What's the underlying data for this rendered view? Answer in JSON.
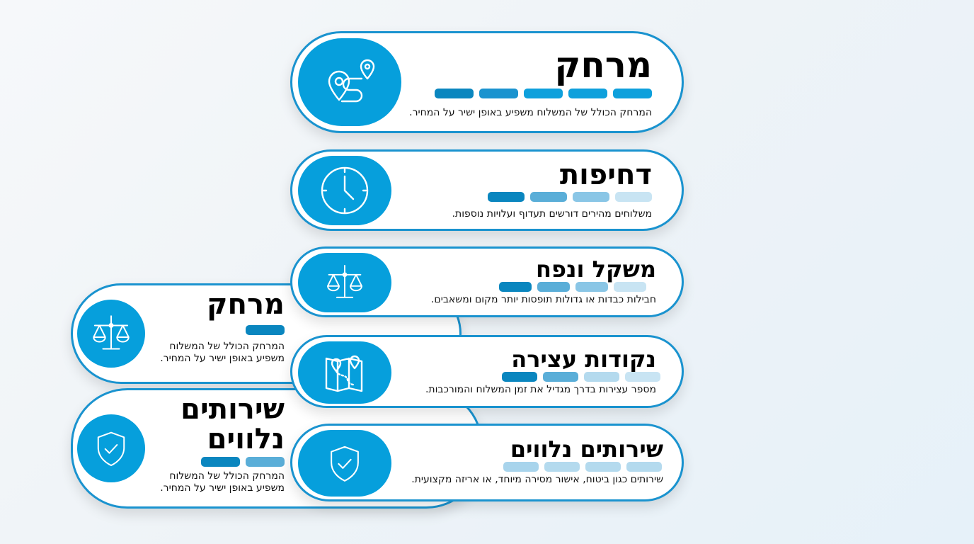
{
  "cards": [
    {
      "title": "מרחק",
      "description": "המרחק הכולל של המשלוח משפיע באופן ישיר על המחיר.",
      "icon": "route-pin-icon",
      "bars": [
        "#0a86bf",
        "#1a93cf",
        "#0ea0dc",
        "#0ea0dc",
        "#0ea0dc"
      ]
    },
    {
      "title": "דחיפות",
      "description": "משלוחים מהירים דורשים תעדוף ועלויות נוספות.",
      "icon": "clock-icon",
      "bars": [
        "#0a86bf",
        "#5aaed8",
        "#8ac6e6",
        "#c8e4f3"
      ]
    },
    {
      "title": "משקל ונפח",
      "description": "חבילות כבדות או גדולות תופסות יותר מקום ומשאבים.",
      "icon": "scale-icon",
      "bars": [
        "#0a86bf",
        "#5aaed8",
        "#8ac6e6",
        "#c8e4f3"
      ]
    },
    {
      "title": "נקודות עצירה",
      "description": "מספר עצירות בדרך מגדיל את זמן המשלוח והמורכבות.",
      "icon": "map-pins-icon",
      "bars": [
        "#0a86bf",
        "#5aaed8",
        "#b4daee",
        "#c8e4f3"
      ]
    },
    {
      "title": "שירותים נלווים",
      "description": "שירותים כגון ביטוח, אישור מסירה מיוחד, או אריזה מקצועית.",
      "icon": "shield-check-icon",
      "bars": [
        "#a8d4ec",
        "#b4daee",
        "#b4daee",
        "#b4daee"
      ]
    }
  ],
  "ghosts": [
    {
      "title": "מרחק",
      "description": "המרחק הכולל של המשלוח משפיע באופן ישיר על המחיר.",
      "icon": "scale-icon"
    },
    {
      "title": "שירותים נלווים",
      "description": "המרחק הכולל של המשלוח משפיע באופן ישיר על המחיר.",
      "icon": "shield-check-icon"
    }
  ],
  "colors": {
    "accent": "#069fdc",
    "border": "#1a93cf"
  }
}
